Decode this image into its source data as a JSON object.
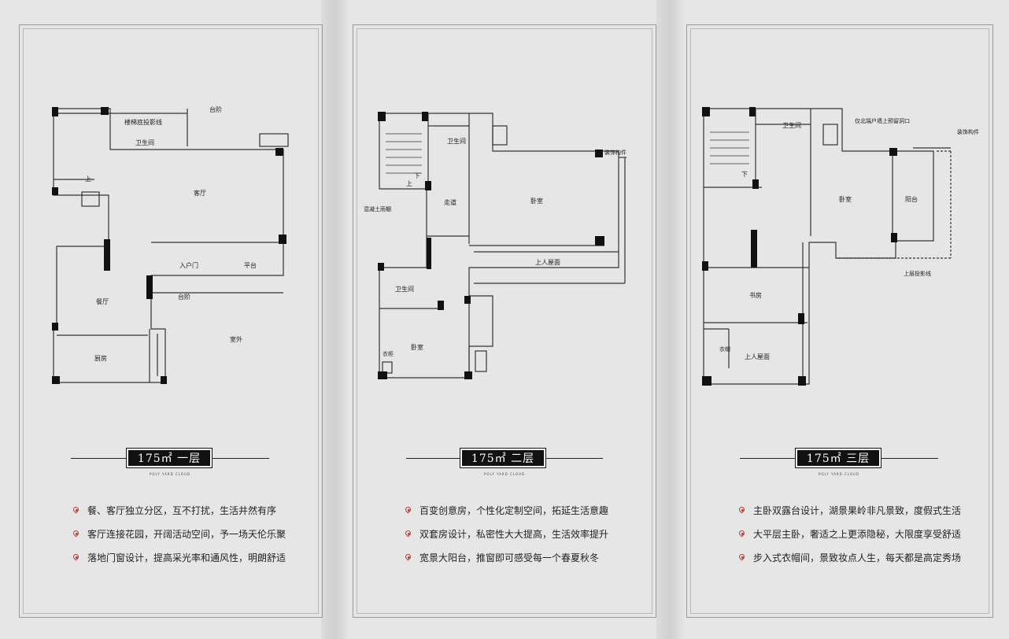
{
  "panels": [
    {
      "title": "175㎡ 一层",
      "subtitle": "POLY YARD CLOUD",
      "features": [
        "餐、客厅独立分区，互不打扰，生活井然有序",
        "客厅连接花园，开阔活动空间，予一场天伦乐聚",
        "落地门窗设计，提高采光率和通风性，明朗舒适"
      ],
      "rooms": {
        "stair_shadow": "楼梯底投影线",
        "steps": "台阶",
        "bathroom": "卫生间",
        "living": "客厅",
        "up": "上",
        "entrance": "入户门",
        "terrace": "平台",
        "steps2": "台阶",
        "dining": "餐厅",
        "outdoor": "室外",
        "kitchen": "厨房"
      }
    },
    {
      "title": "175㎡ 二层",
      "subtitle": "POLY YARD CLOUD",
      "features": [
        "百变创意房，个性化定制空间，拓延生活意趣",
        "双套房设计，私密性大大提高，生活效率提升",
        "宽景大阳台，推窗即可感受每一个春夏秋冬"
      ],
      "rooms": {
        "bathroom": "卫生间",
        "decor": "装饰构件",
        "down": "下",
        "up": "上",
        "canopy": "混凝土雨棚",
        "corridor": "走道",
        "bedroom": "卧室",
        "roof": "上人屋面",
        "bathroom2": "卫生间",
        "closet": "衣柜",
        "bedroom2": "卧室"
      }
    },
    {
      "title": "175㎡ 三层",
      "subtitle": "POLY YARD CLOUD",
      "features": [
        "主卧双露台设计，湖景果岭非凡景致，度假式生活",
        "大平层主卧，奢适之上更添隐秘，大限度享受舒适",
        "步入式衣帽间，景致妆点人生，每天都是高定秀场"
      ],
      "rooms": {
        "bathroom": "卫生间",
        "reserve": "仅北端户墙上预留洞口",
        "decor": "装饰构件",
        "down": "下",
        "bedroom": "卧室",
        "balcony": "阳台",
        "shadow": "上层投影线",
        "study": "书房",
        "closet": "衣帽",
        "roof": "上人屋面"
      }
    }
  ]
}
